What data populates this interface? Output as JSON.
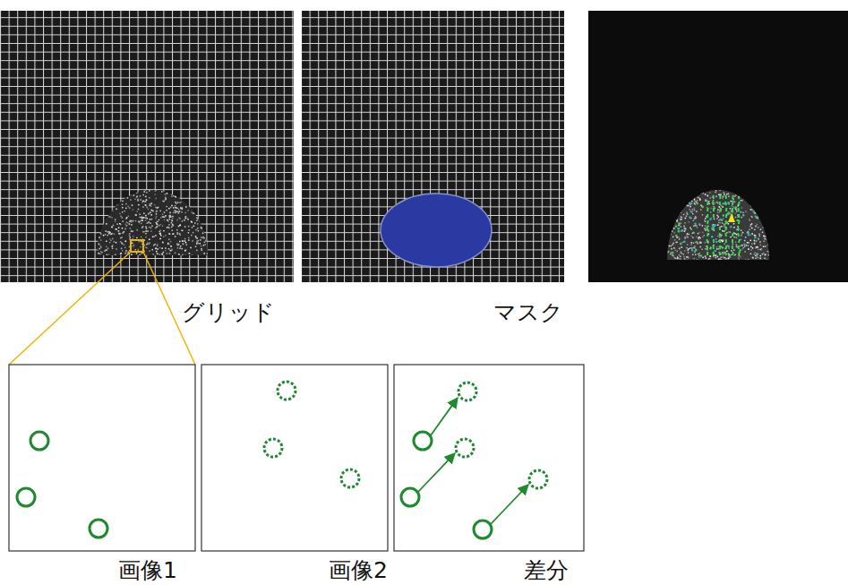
{
  "diagram": {
    "labels": [
      "グリッド",
      "マスク",
      "画像1",
      "画像2",
      "差分"
    ]
  }
}
